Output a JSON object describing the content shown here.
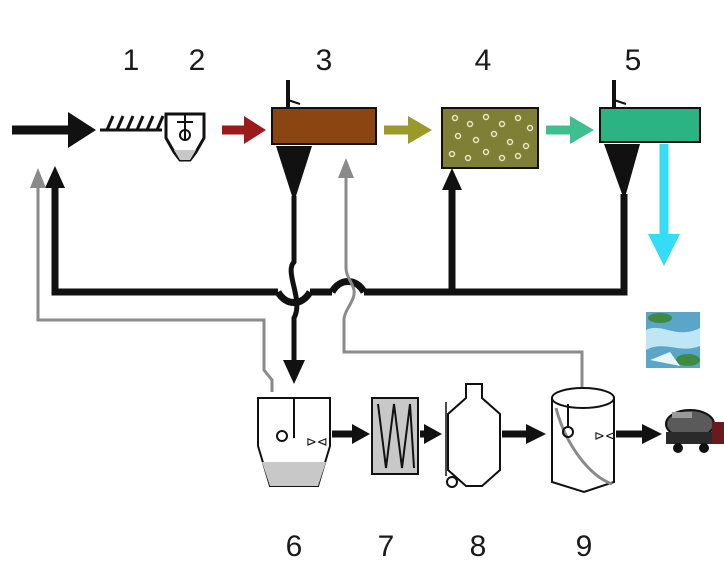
{
  "stages": {
    "top": [
      "1",
      "2",
      "3",
      "4",
      "5"
    ],
    "bottom": [
      "6",
      "7",
      "8",
      "9"
    ]
  },
  "colors": {
    "main_flow": "#111111",
    "recycle_gray": "#8a8a8a",
    "arrow_red": "#9b1b1b",
    "arrow_olive": "#9a9a2a",
    "arrow_green": "#3fbf8f",
    "arrow_cyan": "#34dcf5",
    "primary_clarifier": "#8b4513",
    "secondary_clarifier": "#2bb383",
    "aeration_tank": "#7f7f36",
    "sludge_gray": "#c8c8c8"
  },
  "icons": {
    "screen": "bar-screen-icon",
    "grit": "grit-chamber-icon",
    "river": "river-discharge-icon",
    "truck": "sludge-truck-icon"
  }
}
